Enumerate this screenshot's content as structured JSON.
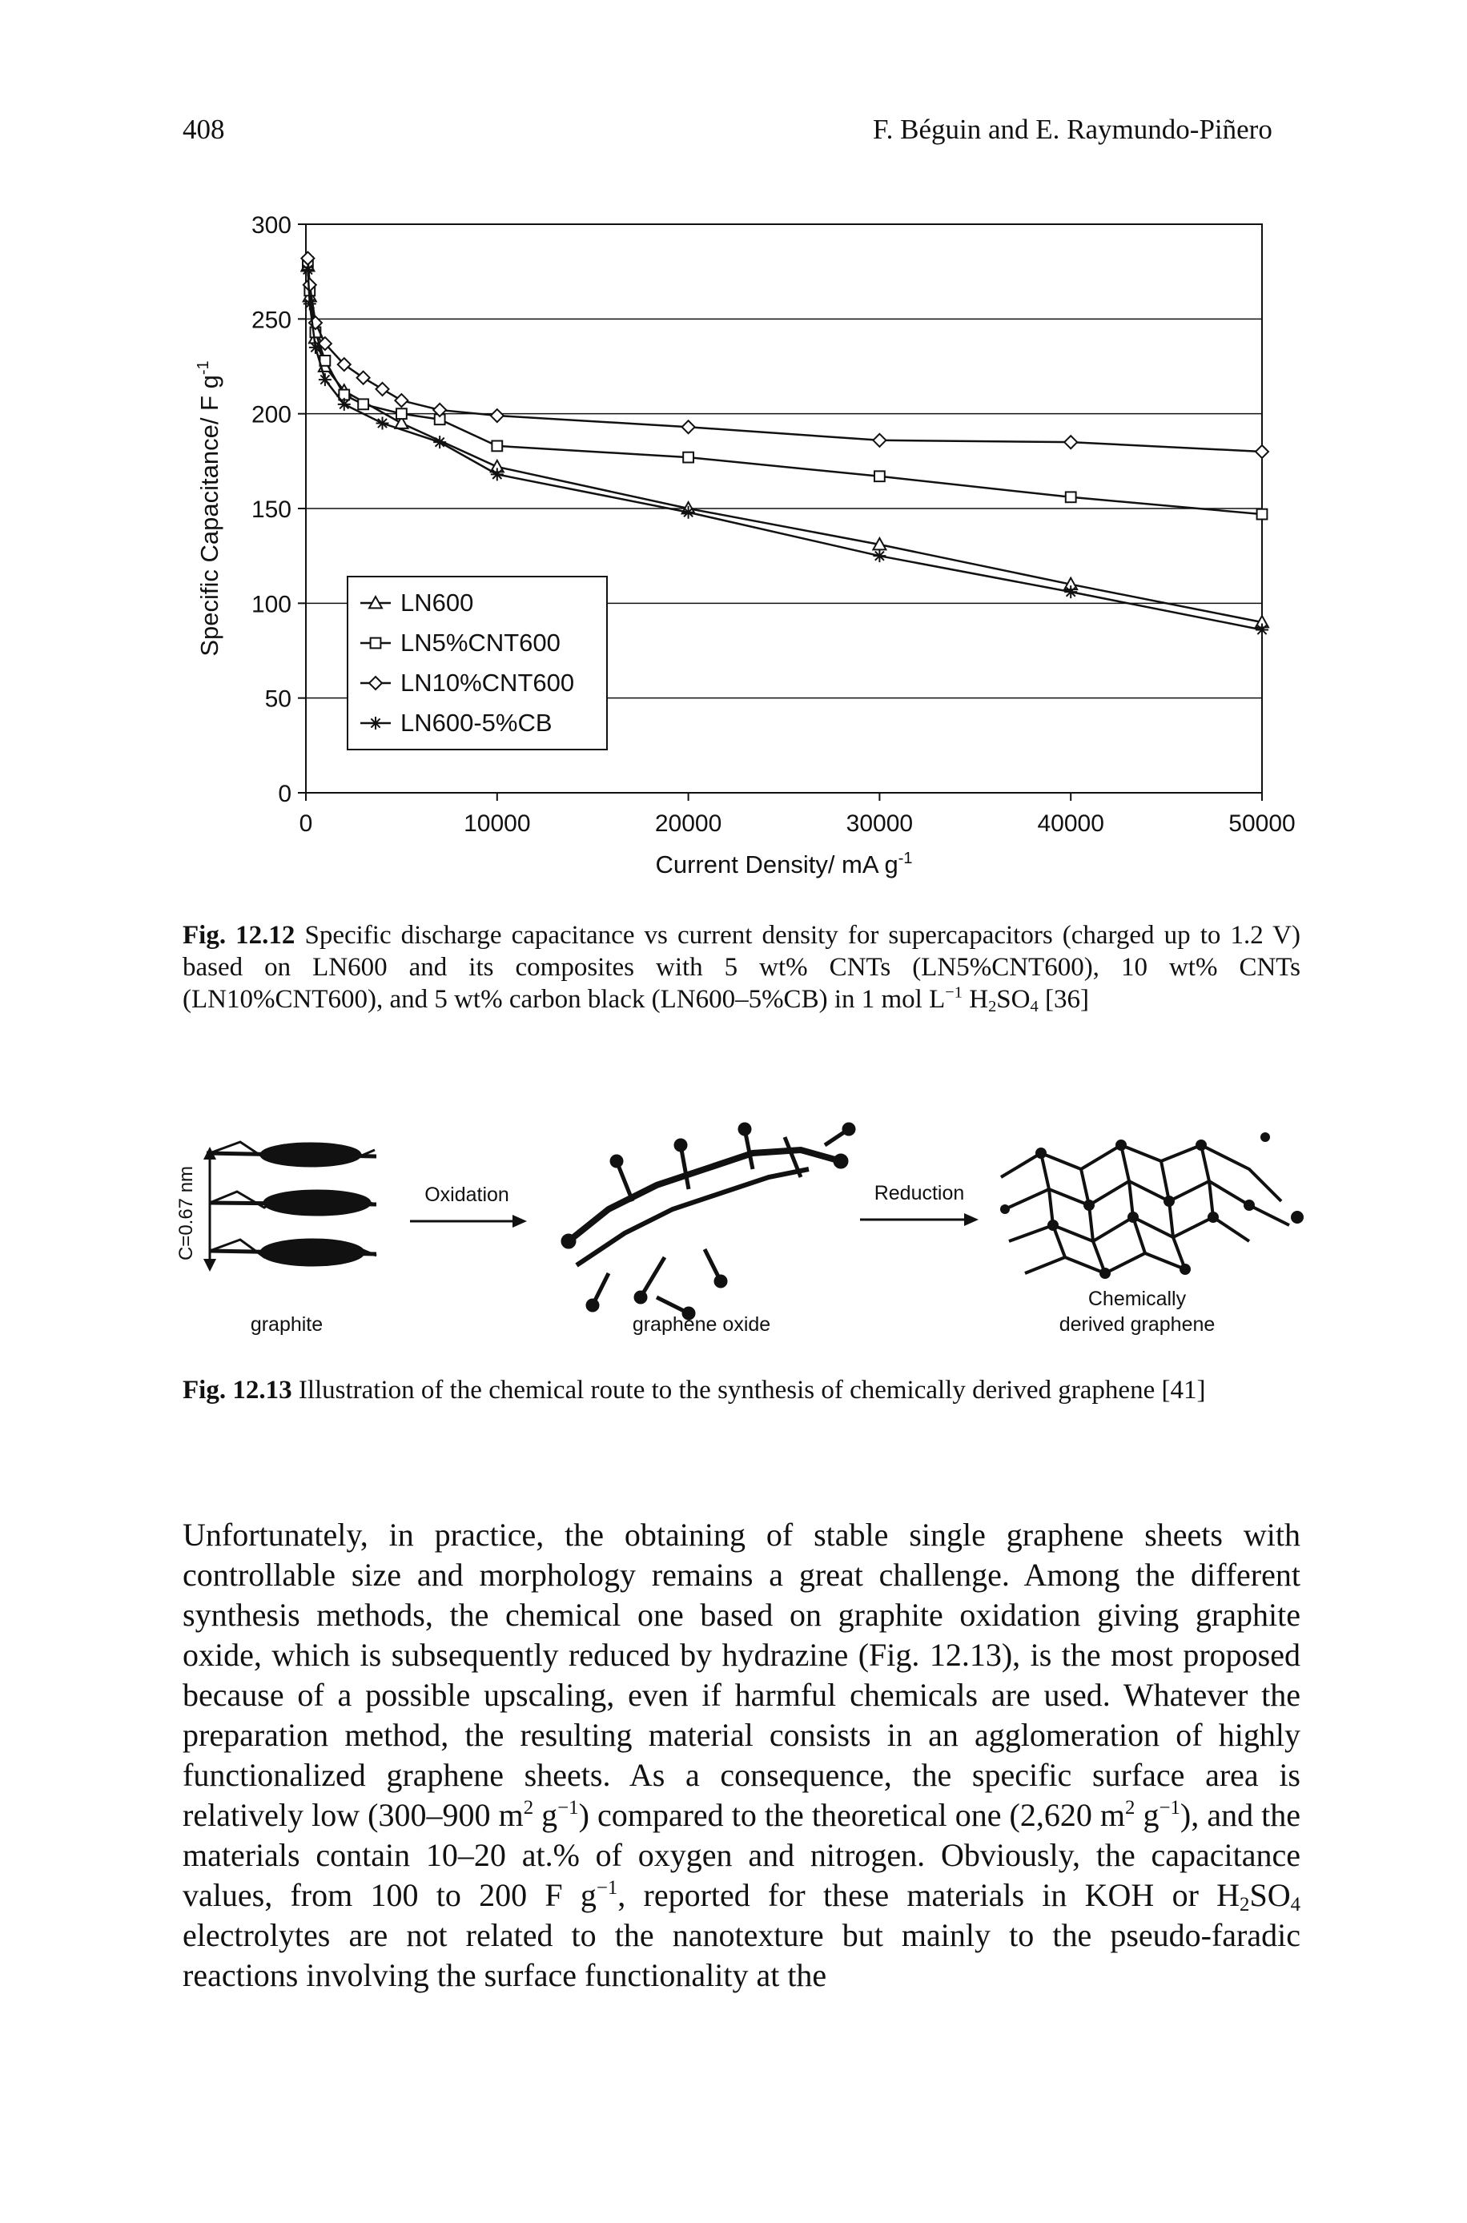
{
  "header": {
    "page_number": "408",
    "authors": "F. Béguin and E. Raymundo-Piñero"
  },
  "chart_data": {
    "type": "line",
    "xlabel": "Current Density/ mA g",
    "xlabel_sup": "-1",
    "ylabel": "Specific Capacitance/ F g",
    "ylabel_sup": "-1",
    "xlim": [
      0,
      50000
    ],
    "ylim": [
      0,
      300
    ],
    "xticks": [
      "0",
      "10000",
      "20000",
      "30000",
      "40000",
      "50000"
    ],
    "yticks": [
      "0",
      "50",
      "100",
      "150",
      "200",
      "250",
      "300"
    ],
    "grid": "horizontal",
    "legend_position": "lower-left",
    "series": [
      {
        "name": "LN600",
        "marker": "triangle",
        "x": [
          100,
          200,
          500,
          1000,
          2000,
          5000,
          10000,
          20000,
          30000,
          40000,
          50000
        ],
        "y": [
          278,
          262,
          240,
          225,
          212,
          195,
          172,
          150,
          131,
          110,
          90
        ]
      },
      {
        "name": "LN5%CNT600",
        "marker": "square",
        "x": [
          100,
          200,
          500,
          1000,
          2000,
          3000,
          5000,
          7000,
          10000,
          20000,
          30000,
          40000,
          50000
        ],
        "y": [
          280,
          265,
          243,
          228,
          210,
          205,
          200,
          197,
          183,
          177,
          167,
          156,
          147
        ]
      },
      {
        "name": "LN10%CNT600",
        "marker": "diamond",
        "x": [
          100,
          200,
          500,
          1000,
          2000,
          3000,
          4000,
          5000,
          7000,
          10000,
          20000,
          30000,
          40000,
          50000
        ],
        "y": [
          282,
          268,
          248,
          237,
          226,
          219,
          213,
          207,
          202,
          199,
          193,
          186,
          185,
          180
        ]
      },
      {
        "name": "LN600-5%CB",
        "marker": "asterisk",
        "x": [
          100,
          200,
          500,
          1000,
          2000,
          4000,
          7000,
          10000,
          20000,
          30000,
          40000,
          50000
        ],
        "y": [
          276,
          258,
          235,
          218,
          205,
          195,
          185,
          168,
          148,
          125,
          106,
          86
        ]
      }
    ]
  },
  "caption1": {
    "label": "Fig. 12.12",
    "t1": " Specific discharge capacitance vs current density for supercapacitors (charged up to 1.2 V) based on LN600 and its composites with 5 wt% CNTs (LN5%CNT600), 10 wt% CNTs (LN10%CNT600), and 5 wt% carbon black (LN600–5%CB) in 1 mol L",
    "sup1": "−1",
    "t2": " H",
    "sub1": "2",
    "t3": "SO",
    "sub2": "4",
    "t4": " [36]"
  },
  "illustration": {
    "spacing_label": "C=0.67 nm",
    "oxidation": "Oxidation",
    "reduction": "Reduction",
    "graphite": "graphite",
    "graphene_oxide": "graphene oxide",
    "cdg_line1": "Chemically",
    "cdg_line2": "derived graphene"
  },
  "caption2": {
    "label": "Fig. 12.13",
    "text": " Illustration of the chemical route to the synthesis of chemically derived graphene [41]"
  },
  "body": {
    "s1": "Unfortunately, in practice, the obtaining of stable single graphene sheets with controllable size and morphology remains a great challenge. Among the different synthesis methods, the chemical one based on graphite oxidation giving graphite oxide, which is subsequently reduced by hydrazine (Fig. 12.13), is the most proposed because of a possible upscaling, even if harmful chemicals are used. Whatever the preparation method, the resulting material consists in an agglomeration of highly functionalized graphene sheets. As a consequence, the specific surface area is relatively low (300–900 m",
    "sup1": "2",
    "s2": " g",
    "sup2": "−1",
    "s3": ") compared to the theoretical one (2,620 m",
    "sup3": "2",
    "s4": " g",
    "sup4": "−1",
    "s5": "), and the materials contain 10–20 at.% of oxygen and nitrogen. Obviously, the capacitance values, from 100 to 200 F g",
    "sup5": "−1",
    "s6": ", reported for these materials in KOH or H",
    "sub1": "2",
    "s7": "SO",
    "sub2": "4",
    "s8": " electrolytes are not related to the nanotexture but mainly to the pseudo-faradic reactions involving the surface functionality at the"
  }
}
